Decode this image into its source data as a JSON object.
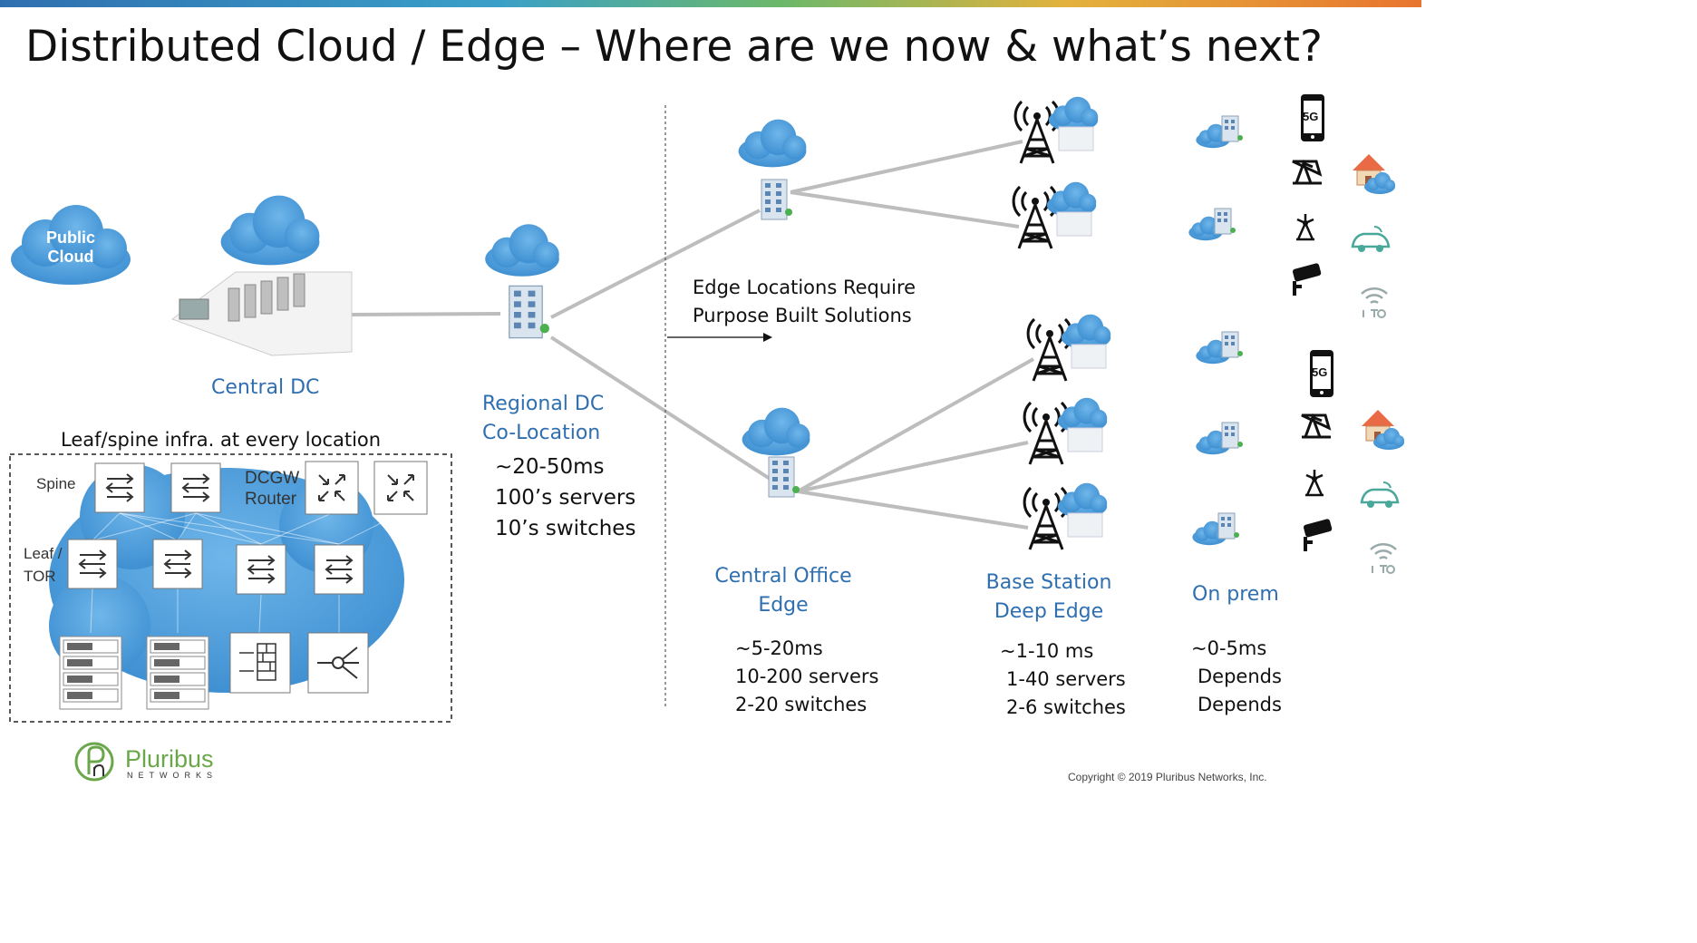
{
  "title": "Distributed Cloud / Edge – Where are we now & what’s next?",
  "public_cloud": {
    "line1": "Public",
    "line2": "Cloud"
  },
  "central_dc": {
    "label": "Central DC"
  },
  "regional_dc": {
    "line1": "Regional DC",
    "line2": "Co-Location",
    "latency": "~20-50ms",
    "servers": "100’s servers",
    "switches": "10’s switches"
  },
  "edge_note": {
    "line1": "Edge Locations Require",
    "line2": "Purpose Built Solutions"
  },
  "leaf_spine": {
    "caption": "Leaf/spine infra. at every location",
    "spine": "Spine",
    "dcgw1": "DCGW",
    "dcgw2": "Router",
    "leaf1": "Leaf /",
    "leaf2": "TOR"
  },
  "central_office": {
    "line1": "Central Office",
    "line2": "Edge",
    "latency": "~5-20ms",
    "servers": "10-200 servers",
    "switches": "2-20 switches"
  },
  "base_station": {
    "line1": "Base Station",
    "line2": "Deep Edge",
    "latency": "~1-10 ms",
    "servers": "1-40 servers",
    "switches": "2-6 switches"
  },
  "on_prem": {
    "label": "On prem",
    "latency": "~0-5ms",
    "servers": "Depends",
    "switches": "Depends"
  },
  "icons": {
    "phone_label": "5G"
  },
  "logo": {
    "name": "Pluribus",
    "sub": "NETWORKS"
  },
  "copyright": "Copyright © 2019 Pluribus Networks, Inc.",
  "colors": {
    "accent": "#2f6fb0",
    "cloud": "#4a9ad8",
    "line": "#bdbdbd"
  }
}
